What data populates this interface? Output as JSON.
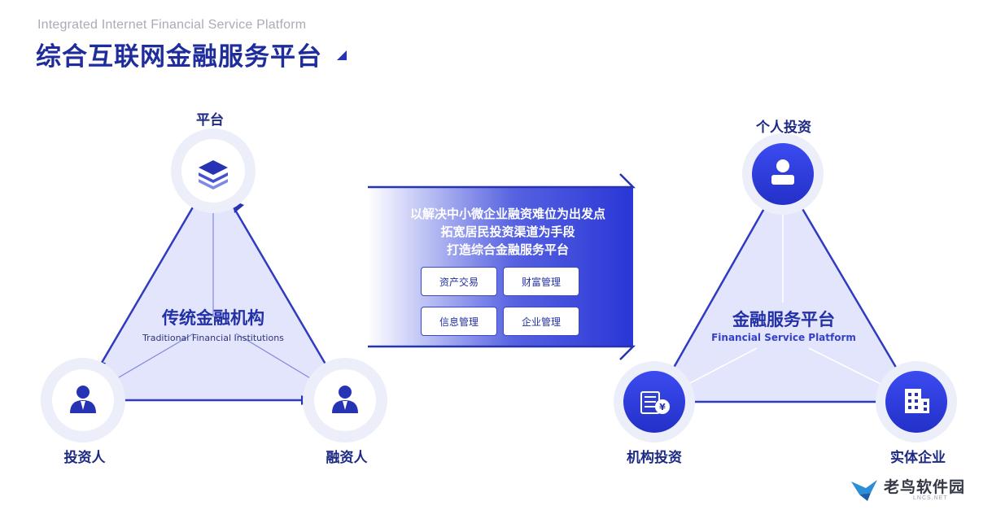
{
  "header": {
    "subtitle": "Integrated Internet Financial Service Platform",
    "title": "综合互联网金融服务平台"
  },
  "left_diagram": {
    "top_label": "平台",
    "left_label": "投资人",
    "right_label": "融资人",
    "center_cn": "传统金融机构",
    "center_en": "Traditional Financial Institutions"
  },
  "middle_panel": {
    "lines": [
      "以解决中小微企业融资难位为出发点",
      "拓宽居民投资渠道为手段",
      "打造综合金融服务平台"
    ],
    "buttons": [
      "资产交易",
      "财富管理",
      "信息管理",
      "企业管理"
    ]
  },
  "right_diagram": {
    "top_label": "个人投资",
    "left_label": "机构投资",
    "right_label": "实体企业",
    "center_cn": "金融服务平台",
    "center_en": "Financial Service Platform"
  },
  "watermark": {
    "text": "老鸟软件园",
    "small": "LNCS.NET"
  },
  "colors": {
    "primary": "#2634b4",
    "dark_navy": "#1d2a84",
    "light_fill": "#e4e6fb",
    "halo": "#eeeff9"
  },
  "icons": {
    "platform": "stacked-layers-icon",
    "investor": "person-suit-icon",
    "financier": "person-suit-icon",
    "personal": "person-icon",
    "institution": "money-stack-icon",
    "enterprise": "building-icon"
  }
}
